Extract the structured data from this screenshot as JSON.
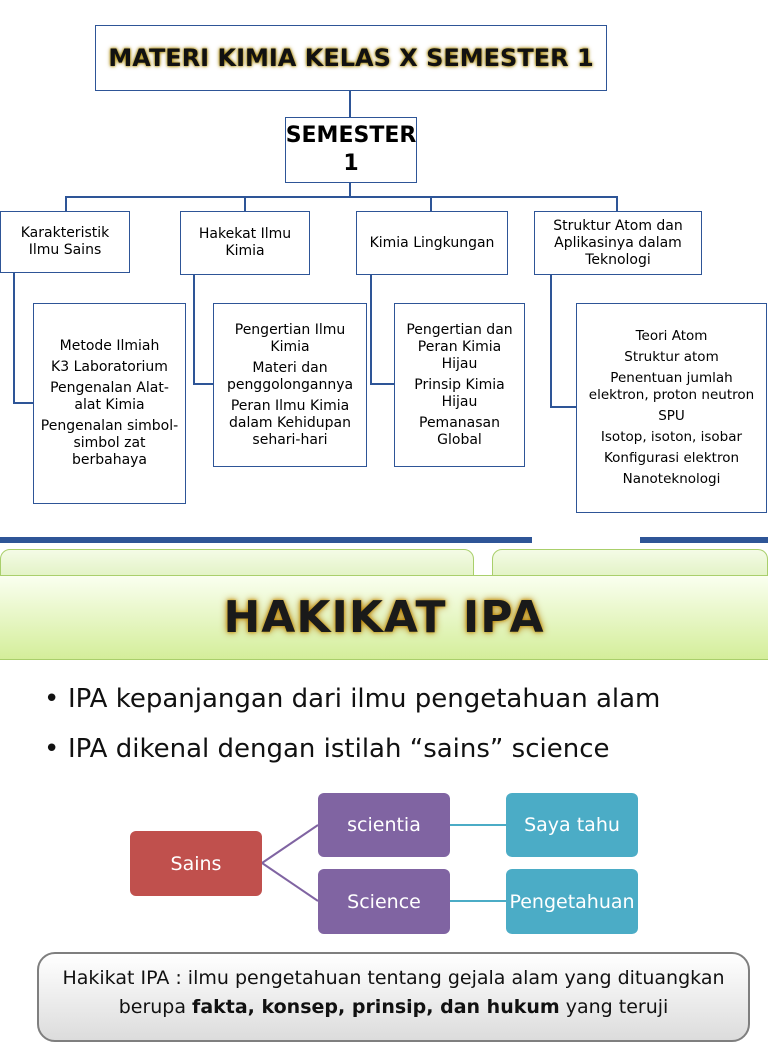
{
  "concept_map": {
    "title": "MATERI KIMIA KELAS X SEMESTER 1",
    "semester": {
      "line1": "SEMESTER",
      "line2": "1"
    },
    "categories": [
      {
        "label": "Karakteristik Ilmu Sains",
        "items": [
          "Metode Ilmiah",
          "K3 Laboratorium",
          "Pengenalan Alat-alat Kimia",
          "Pengenalan simbol-simbol zat berbahaya"
        ]
      },
      {
        "label": "Hakekat Ilmu Kimia",
        "items": [
          "Pengertian Ilmu Kimia",
          "Materi dan penggolongannya",
          "Peran Ilmu Kimia dalam Kehidupan sehari-hari"
        ]
      },
      {
        "label": "Kimia Lingkungan",
        "items": [
          "Pengertian dan Peran Kimia Hijau",
          "Prinsip Kimia Hijau",
          "Pemanasan Global"
        ]
      },
      {
        "label": "Struktur Atom dan Aplikasinya dalam Teknologi",
        "items": [
          "Teori Atom",
          "Struktur atom",
          "Penentuan jumlah elektron, proton neutron",
          "SPU",
          "Isotop, isoton, isobar",
          "Konfigurasi elektron",
          "Nanoteknologi"
        ]
      }
    ]
  },
  "slide": {
    "title": "HAKIKAT IPA",
    "bullets": [
      "IPA kepanjangan dari ilmu pengetahuan alam",
      "IPA dikenal dengan istilah “sains” science"
    ],
    "bullet_glyph": "•",
    "smartart": {
      "root": "Sains",
      "branches": [
        {
          "label": "scientia",
          "meaning": "Saya tahu"
        },
        {
          "label": "Science",
          "meaning": "Pengetahuan"
        }
      ]
    },
    "note": {
      "prefix": "Hakikat IPA : ilmu pengetahuan tentang gejala alam yang dituangkan berupa ",
      "bold": "fakta, konsep, prinsip, dan hukum",
      "suffix": " yang teruji"
    }
  },
  "colors": {
    "diagram_border": "#2e5597",
    "root_node": "#c0504d",
    "branch_node": "#8064a2",
    "leaf_node": "#4bacc6",
    "banner": "#d4ee9a"
  }
}
